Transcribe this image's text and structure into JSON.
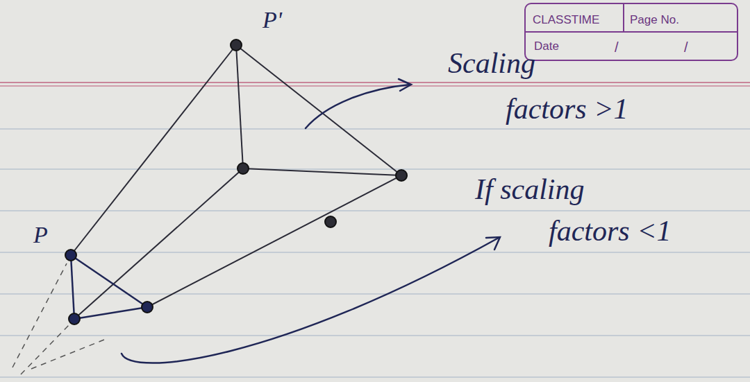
{
  "diagram": {
    "nodes": [
      {
        "text": [
          "CLASSTIME",
          "Page No.",
          "Date"
        ]
      }
    ],
    "labels": [
      "P'",
      "P",
      "Scaling",
      "factors >1",
      "If scaling",
      "factors <1",
      "/",
      "/"
    ]
  }
}
